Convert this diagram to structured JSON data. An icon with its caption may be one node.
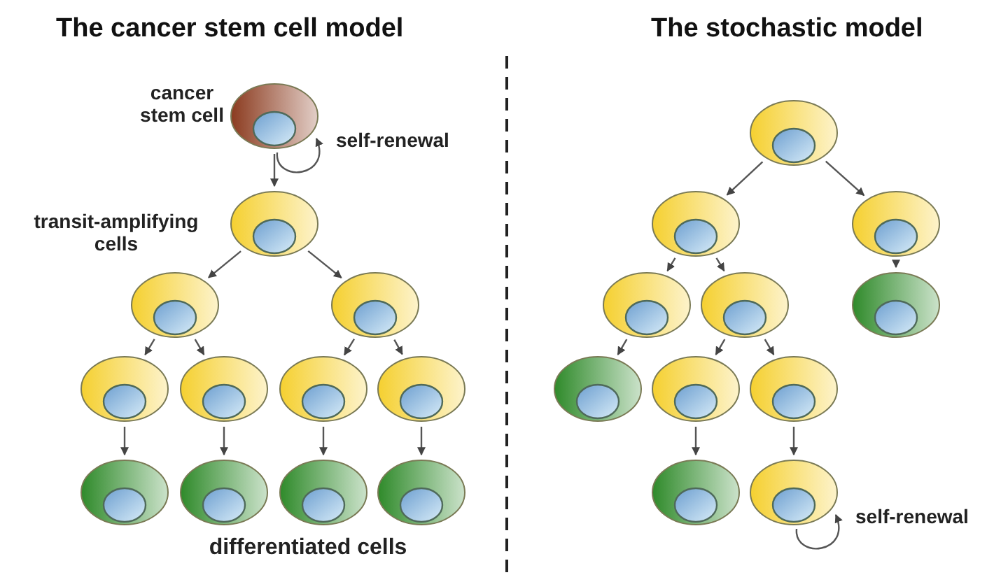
{
  "diagram": {
    "nodes": [
      {
        "text": [],
        "shape": "ellipse",
        "beside": [
          "cancer stem cell"
        ]
      },
      {
        "text": [],
        "shape": "ellipse",
        "beside": [
          "transit-amplifying cells"
        ]
      },
      {
        "text": [],
        "shape": "ellipse"
      },
      {
        "text": [],
        "shape": "ellipse"
      },
      {
        "text": [],
        "shape": "ellipse"
      },
      {
        "text": [],
        "shape": "ellipse"
      },
      {
        "text": [],
        "shape": "ellipse"
      },
      {
        "text": [],
        "shape": "ellipse"
      },
      {
        "text": [],
        "shape": "ellipse"
      },
      {
        "text": [],
        "shape": "ellipse"
      },
      {
        "text": [],
        "shape": "ellipse"
      },
      {
        "text": [],
        "shape": "ellipse"
      },
      {
        "text": [],
        "shape": "ellipse"
      },
      {
        "text": [],
        "shape": "ellipse"
      },
      {
        "text": [],
        "shape": "ellipse"
      },
      {
        "text": [],
        "shape": "ellipse"
      },
      {
        "text": [],
        "shape": "ellipse"
      },
      {
        "text": [],
        "shape": "ellipse"
      },
      {
        "text": [],
        "shape": "ellipse"
      },
      {
        "text": [],
        "shape": "ellipse"
      },
      {
        "text": [],
        "shape": "ellipse"
      },
      {
        "text": [],
        "shape": "ellipse"
      },
      {
        "text": [],
        "shape": "ellipse"
      }
    ],
    "edges": [
      {
        "from": 0,
        "to": 0,
        "arrow": "to",
        "label": "self-renewal"
      },
      {
        "from": 0,
        "to": 1,
        "arrow": "to"
      },
      {
        "from": 1,
        "to": 2,
        "arrow": "to"
      },
      {
        "from": 1,
        "to": 3,
        "arrow": "to"
      },
      {
        "from": 2,
        "to": 4,
        "arrow": "to"
      },
      {
        "from": 2,
        "to": 5,
        "arrow": "to"
      },
      {
        "from": 3,
        "to": 6,
        "arrow": "to"
      },
      {
        "from": 3,
        "to": 7,
        "arrow": "to"
      },
      {
        "from": 4,
        "to": 8,
        "arrow": "to"
      },
      {
        "from": 5,
        "to": 9,
        "arrow": "to"
      },
      {
        "from": 6,
        "to": 10,
        "arrow": "to"
      },
      {
        "from": 7,
        "to": 11,
        "arrow": "to"
      },
      {
        "from": 12,
        "to": 13,
        "arrow": "to"
      },
      {
        "from": 12,
        "to": 14,
        "arrow": "to"
      },
      {
        "from": 13,
        "to": 15,
        "arrow": "to"
      },
      {
        "from": 13,
        "to": 16,
        "arrow": "to"
      },
      {
        "from": 14,
        "to": 17,
        "arrow": "to"
      },
      {
        "from": 15,
        "to": 18,
        "arrow": "to"
      },
      {
        "from": 16,
        "to": 19,
        "arrow": "to"
      },
      {
        "from": 16,
        "to": 20,
        "arrow": "to"
      },
      {
        "from": 19,
        "to": 21,
        "arrow": "to"
      },
      {
        "from": 20,
        "to": 22,
        "arrow": "to"
      },
      {
        "from": 22,
        "to": 22,
        "arrow": "to",
        "label": "self-renewal"
      }
    ],
    "labels": [
      "The cancer stem cell model",
      "The stochastic model",
      "differentiated cells"
    ]
  }
}
